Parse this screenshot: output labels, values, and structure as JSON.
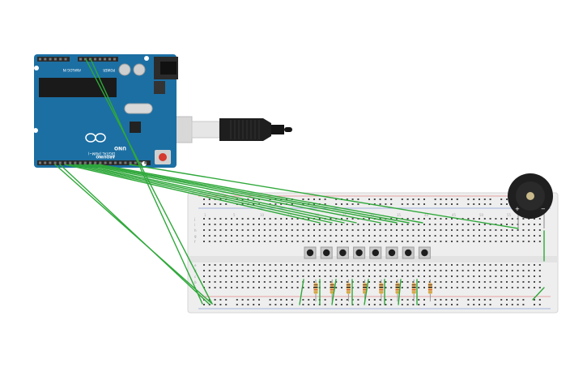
{
  "arduino": {
    "brand": "ARDUINO",
    "model": "UNO",
    "header_top_left": "ANALOG IN",
    "header_top_right": "POWER",
    "header_bottom": "DIGITAL (PWM~)",
    "logo": "infinity-logo"
  },
  "breadboard": {
    "row_labels_top": [
      "j",
      "i",
      "h",
      "g",
      "f"
    ],
    "row_labels_bottom": [
      "e",
      "d",
      "c",
      "b",
      "a"
    ],
    "column_numbers": [
      "1",
      "5",
      "10",
      "15",
      "20",
      "25",
      "30",
      "35",
      "40",
      "45",
      "50",
      "55",
      "60"
    ]
  },
  "buzzer": {
    "plus_label": "+",
    "minus_label": "−"
  },
  "components": {
    "pushbuttons": 8,
    "resistors": 8
  },
  "colors": {
    "board": "#1c6fa3",
    "board_dark": "#155a86",
    "wire": "#2fa83a",
    "breadboard": "#eeeeee",
    "hole": "#444444",
    "rail_red": "#e05858",
    "rail_blue": "#5577cc"
  }
}
